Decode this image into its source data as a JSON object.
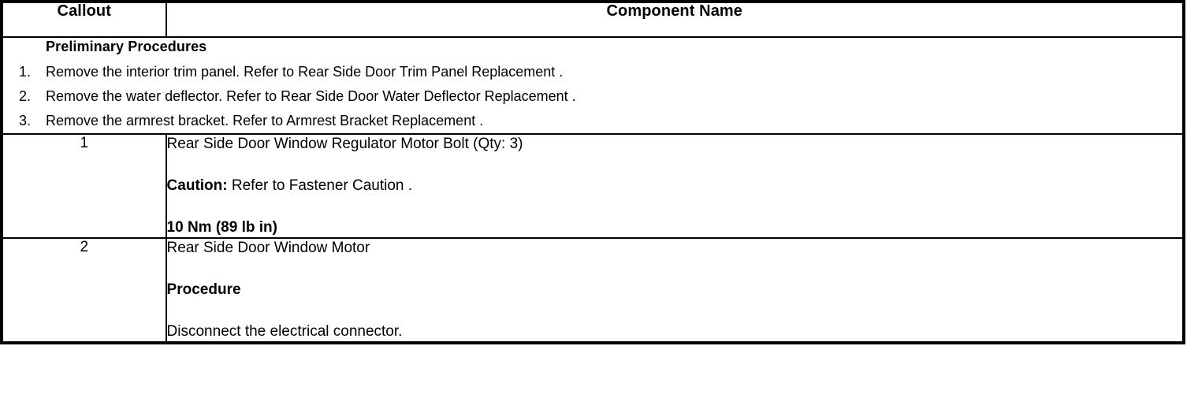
{
  "table": {
    "headers": {
      "callout": "Callout",
      "component": "Component Name"
    },
    "preliminary": {
      "title": "Preliminary Procedures",
      "steps": [
        {
          "num": "1.",
          "text": "Remove the interior trim panel. Refer to Rear Side Door Trim Panel Replacement ."
        },
        {
          "num": "2.",
          "text": "Remove the water deflector. Refer to Rear Side Door Water Deflector Replacement ."
        },
        {
          "num": "3.",
          "text": "Remove the armrest bracket. Refer to Armrest Bracket Replacement ."
        }
      ]
    },
    "rows": [
      {
        "callout": "1",
        "name": "Rear Side Door Window Regulator Motor Bolt (Qty: 3)",
        "caution_label": "Caution:",
        "caution_text": " Refer to Fastener Caution .",
        "torque": "10 Nm (89 lb in)"
      },
      {
        "callout": "2",
        "name": "Rear Side Door Window Motor",
        "procedure_label": "Procedure",
        "procedure_text": "Disconnect the electrical connector."
      }
    ]
  },
  "colors": {
    "border": "#000000",
    "text": "#000000",
    "background": "#ffffff"
  }
}
